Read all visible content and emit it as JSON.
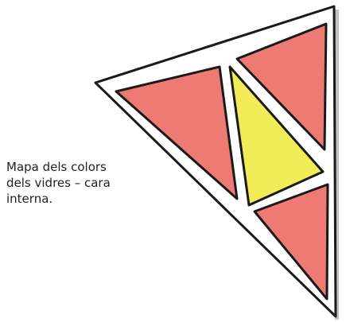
{
  "caption": {
    "line1": "Mapa dels colors",
    "line2": "dels vidres – cara",
    "line3": "interna."
  },
  "colors": {
    "red_glass": "#ee7a74",
    "yellow_glass": "#f1ec58",
    "lead_outline": "#1a1a1a",
    "frame_background": "#ffffff",
    "wall_edge": "#9a9a9a"
  }
}
